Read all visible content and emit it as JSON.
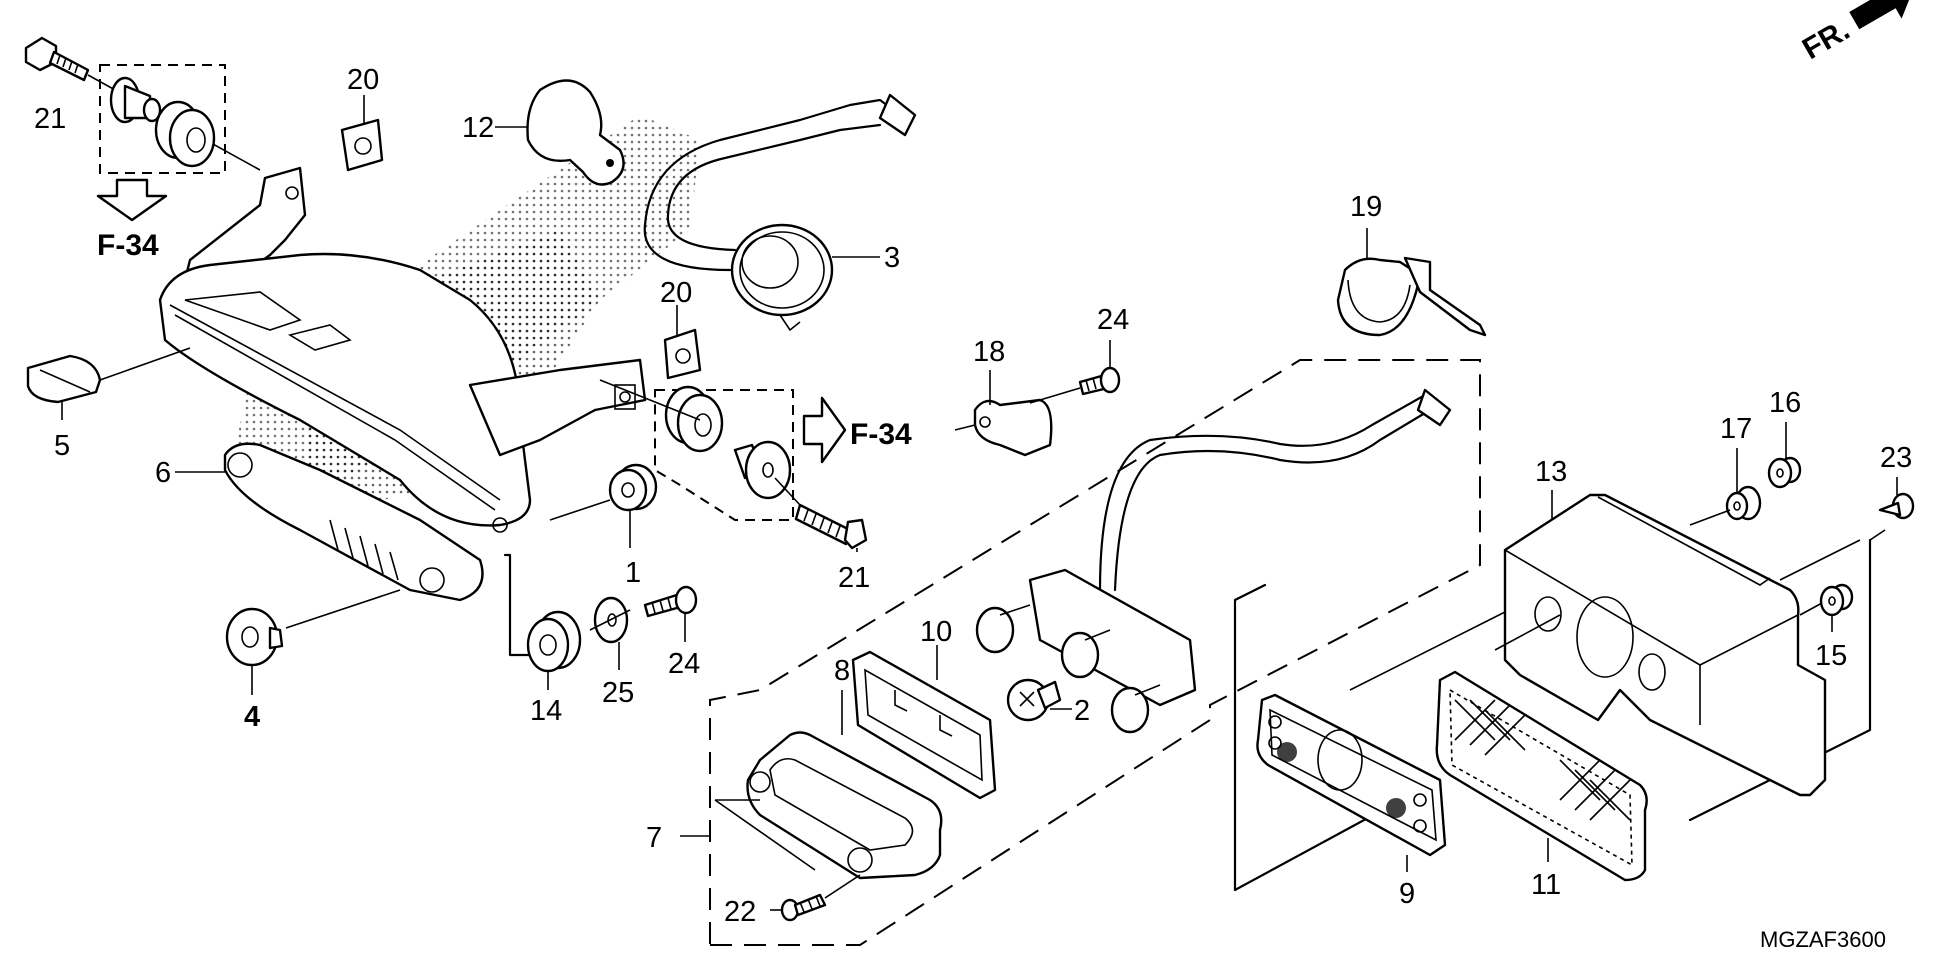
{
  "diagram": {
    "code": "MGZAF3600",
    "direction_indicator": "FR.",
    "reference_labels": [
      "F-34",
      "F-34"
    ],
    "callouts": {
      "c1": "1",
      "c2": "2",
      "c3": "3",
      "c4": "4",
      "c5": "5",
      "c6": "6",
      "c7": "7",
      "c8": "8",
      "c9": "9",
      "c10": "10",
      "c11": "11",
      "c12": "12",
      "c13": "13",
      "c14": "14",
      "c15": "15",
      "c16": "16",
      "c17": "17",
      "c18": "18",
      "c19": "19",
      "c20a": "20",
      "c20b": "20",
      "c21a": "21",
      "c21b": "21",
      "c22": "22",
      "c23": "23",
      "c24a": "24",
      "c24b": "24",
      "c25": "25"
    },
    "icons": {
      "front_arrow": "arrow-up-right-icon",
      "ref_arrow_down": "hollow-arrow-down-icon",
      "ref_arrow_right": "hollow-arrow-right-icon"
    }
  }
}
